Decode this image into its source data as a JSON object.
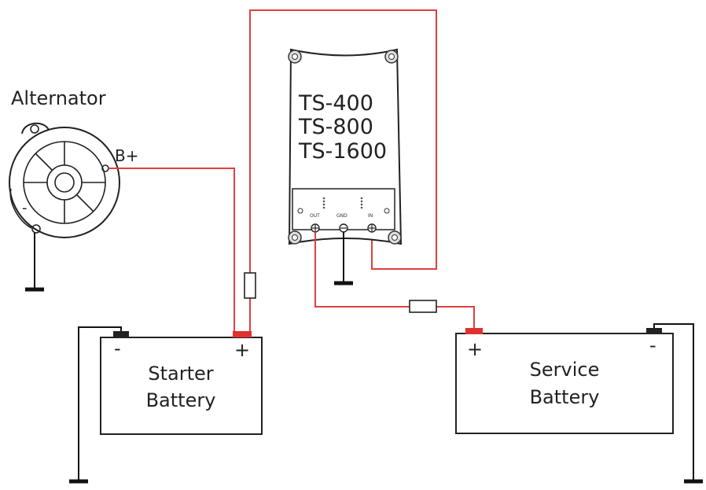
{
  "alternator": {
    "label": "Alternator",
    "terminal_label": "B+",
    "negative_sign": "-"
  },
  "device": {
    "models": [
      "TS-400",
      "TS-800",
      "TS-1600"
    ],
    "ports": [
      "OUT",
      "GND",
      "IN"
    ]
  },
  "starter_battery": {
    "line1": "Starter",
    "line2": "Battery",
    "neg": "-",
    "pos": "+"
  },
  "service_battery": {
    "line1": "Service",
    "line2": "Battery",
    "neg": "-",
    "pos": "+"
  },
  "colors": {
    "wire_positive": "#e0403f",
    "wire_ground": "#111111",
    "terminal_positive": "#e03030"
  }
}
